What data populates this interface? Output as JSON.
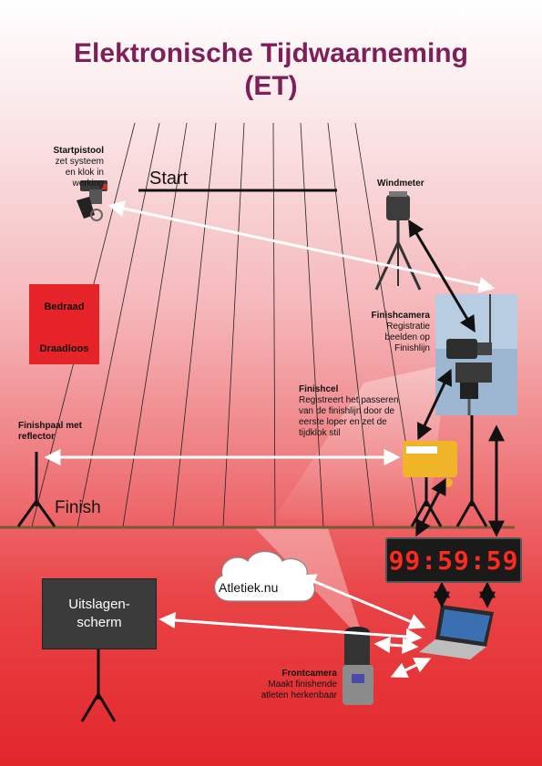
{
  "title": {
    "line1": "Elektronische Tijdwaarneming",
    "line2": "(ET)"
  },
  "track": {
    "start_label": "Start",
    "finish_label": "Finish"
  },
  "startpistool": {
    "name": "Startpistool",
    "description": "zet systeem\nen klok in\nwerking"
  },
  "windmeter": {
    "name": "Windmeter"
  },
  "finishcamera": {
    "name": "Finishcamera",
    "description": "Registratie\nbeelden op\nFinishlijn"
  },
  "finishcel": {
    "name": "Finishcel",
    "description": "Registreert het passeren\nvan de finishlijn door de\neerste loper en zet de\ntijdklok stil"
  },
  "finishpaal": {
    "name": "Finishpaal met\nreflector"
  },
  "legend": {
    "wired": "Bedraad",
    "wireless": "Draadloos"
  },
  "clock": {
    "display": "99:59:59"
  },
  "cloud": {
    "label": "Atletiek.nu"
  },
  "results_screen": {
    "label": "Uitslagen-\nscherm"
  },
  "frontcamera": {
    "name": "Frontcamera",
    "description": "Maakt finishende\natleten herkenbaar"
  },
  "colors": {
    "title": "#7e1f57",
    "legend_bg": "#e62328",
    "clock_digits": "#ff2a1e"
  }
}
